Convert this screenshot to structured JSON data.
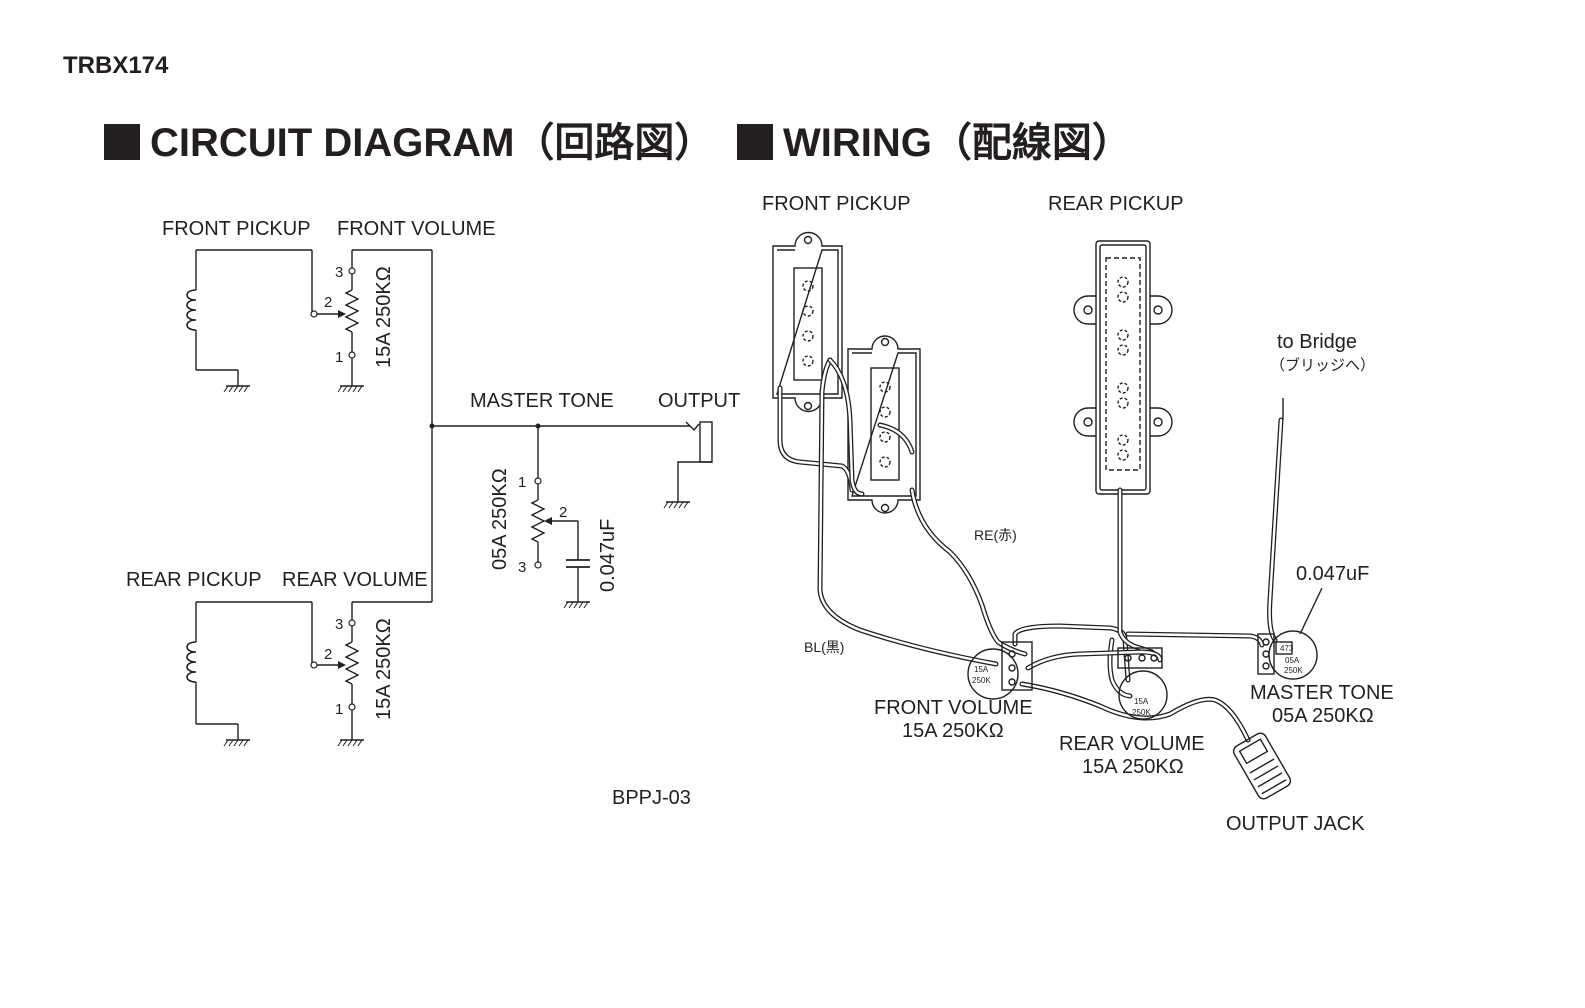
{
  "model": "TRBX174",
  "headings": {
    "circuit": "CIRCUIT DIAGRAM（回路図）",
    "wiring": "WIRING（配線図）"
  },
  "circuit": {
    "front_pickup": "FRONT PICKUP",
    "front_volume": "FRONT VOLUME",
    "rear_pickup": "REAR PICKUP",
    "rear_volume": "REAR VOLUME",
    "master_tone": "MASTER TONE",
    "output": "OUTPUT",
    "pot_volume": "15A 250KΩ",
    "pot_tone": "05A 250KΩ",
    "capacitor": "0.047uF",
    "pin_1": "1",
    "pin_2": "2",
    "pin_3": "3",
    "code": "BPPJ-03"
  },
  "wiring": {
    "front_pickup": "FRONT PICKUP",
    "rear_pickup": "REAR PICKUP",
    "to_bridge": "to Bridge",
    "to_bridge_jp": "（ブリッジへ）",
    "red_wire": "RE(赤)",
    "black_wire": "BL(黒)",
    "capacitor": "0.047uF",
    "front_volume": "FRONT VOLUME",
    "front_volume_value": "15A 250KΩ",
    "rear_volume": "REAR VOLUME",
    "rear_volume_value": "15A 250KΩ",
    "master_tone": "MASTER TONE",
    "master_tone_value": "05A 250KΩ",
    "output_jack": "OUTPUT JACK",
    "pot_code_15a": "15A",
    "pot_code_05a": "05A",
    "pot_code_250k": "250K",
    "cap_code": "473"
  }
}
